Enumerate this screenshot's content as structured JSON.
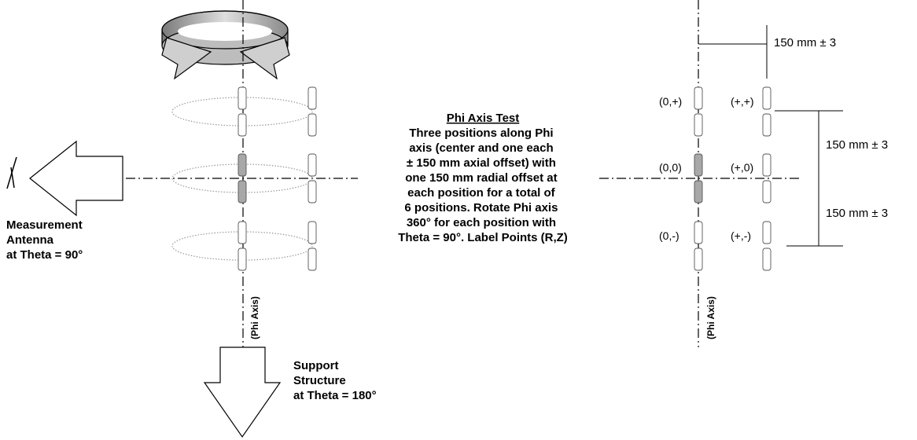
{
  "test_title": "Phi Axis Test",
  "description_lines": [
    "Three positions along Phi",
    "axis (center and one each",
    "± 150 mm axial offset) with",
    "one 150 mm radial offset at",
    "each position for a total of",
    "6 positions.  Rotate Phi axis",
    "360° for each position with",
    "Theta = 90°.  Label Points (R,Z)"
  ],
  "measurement_antenna_lines": [
    "Measurement",
    "Antenna",
    "at Theta = 90°"
  ],
  "support_structure_lines": [
    "Support",
    "Structure",
    "at Theta = 180°"
  ],
  "phi_axis_label": "(Phi Axis)",
  "point_labels": {
    "zero_plus": "(0,+)",
    "plus_plus": "(+,+)",
    "zero_zero": "(0,0)",
    "plus_zero": "(+,0)",
    "zero_minus": "(0,-)",
    "plus_minus": "(+,-)"
  },
  "dimensions": {
    "radial_offset": "150 mm ± 3",
    "axial_offset_upper": "150 mm ± 3",
    "axial_offset_lower": "150 mm ± 3"
  },
  "colors": {
    "highlighted_cylinder": "#a8a8a8",
    "rotation_arrow": "#b8b8b8",
    "dotted_orbit": "#999999"
  }
}
